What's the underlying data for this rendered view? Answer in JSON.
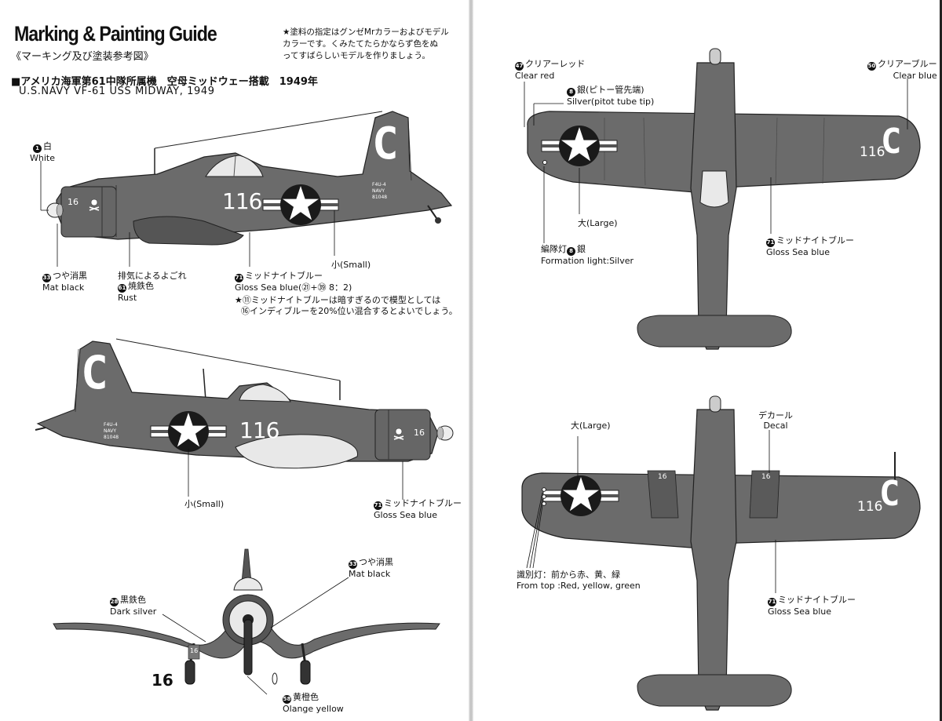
{
  "header": {
    "title": "Marking & Painting Guide",
    "subtitle": "《マーキング及び塗装参考図》",
    "note_lines": [
      "★塗料の指定はグンゼMrカラーおよびモデル",
      "カラーです。くみたてたらかならず色をぬ",
      "ってすばらしいモデルを作りましょう。"
    ]
  },
  "aircraft": {
    "heading_jp": "■アメリカ海軍第61中隊所属機　空母ミッドウェー搭載　1949年",
    "heading_en": "U.S.NAVY VF-61 USS MIDWAY, 1949",
    "tail_letter": "C",
    "side_number": "116",
    "cowl_number": "16",
    "serial": [
      "F4U-4",
      "NAVY",
      "81048"
    ]
  },
  "callouts": {
    "white_jp": "白",
    "white_en": "White",
    "white_num": "1",
    "mat_black_jp": "つや消黒",
    "mat_black_en": "Mat black",
    "mat_black_num": "33",
    "exhaust_jp": "排気によるよごれ",
    "rust_jp": "焼鉄色",
    "rust_en": "Rust",
    "rust_num": "61",
    "small_jp": "小",
    "small_en": "(Small)",
    "small2_text": "小(Small)",
    "gsb_jp": "ミッドナイトブルー",
    "gsb_en": "Gloss Sea blue",
    "gsb_num": "71",
    "gsb_mix": "Gloss Sea blue(㉑+㊴ 8：2)",
    "star_note_1": "★⑪ミッドナイトブルーは暗すぎるので模型としては",
    "star_note_2": "⑯インディブルーを20%位い混合するとよいでしょう。",
    "dark_silver_jp": "黒鉄色",
    "dark_silver_en": "Dark silver",
    "dark_silver_num": "28",
    "mat_black2_jp": "つや消黒",
    "mat_black2_en": "Mat black",
    "orange_jp": "黄橙色",
    "orange_en": "Olange yellow",
    "orange_num": "58",
    "clear_red_jp": "クリアーレッド",
    "clear_red_en": "Clear red",
    "clear_red_num": "47",
    "silver_jp": "銀(ピトー管先端)",
    "silver_en": "Silver(pitot tube tip)",
    "silver_num": "8",
    "clear_blue_jp": "クリアーブルー",
    "clear_blue_en": "Clear blue",
    "clear_blue_num": "50",
    "large_top": "大(Large)",
    "formation_jp": "編隊灯",
    "formation_jp2": "銀",
    "formation_en": "Formation light:Silver",
    "gsb_top_jp": "ミッドナイトブルー",
    "gsb_top_en": "Gloss Sea blue",
    "large_bottom": "大(Large)",
    "decal_jp": "デカール",
    "decal_en": "Decal",
    "id_light_jp": "識別灯：前から赤、黄、緑",
    "id_light_en": "From top :Red, yellow, green",
    "gsb_bottom_jp": "ミッドナイトブルー",
    "gsb_bottom_en": "Gloss Sea blue"
  },
  "colors": {
    "sea_blue": "#6b6b6b",
    "sea_blue_dark": "#4a4a4a",
    "ink": "#111111"
  }
}
